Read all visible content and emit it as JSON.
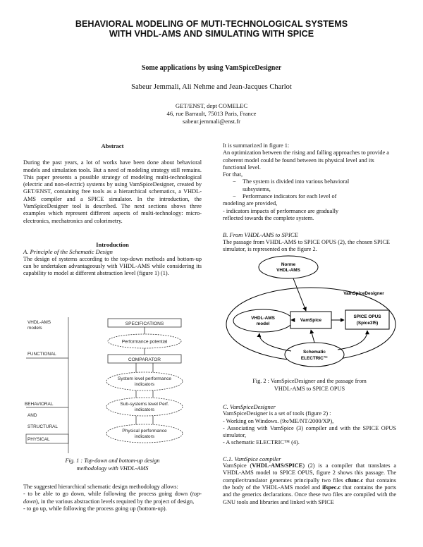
{
  "title": [
    "BEHAVIORAL MODELING  OF MUTI-TECHNOLOGICAL SYSTEMS",
    "WITH VHDL-AMS AND SIMULATING WITH SPICE"
  ],
  "subtitle": "Some applications by using VamSpiceDesigner",
  "authors": "Sabeur Jemmali, Ali Nehme and Jean-Jacques Charlot",
  "affiliation": [
    "GET/ENST, dept COMELEC",
    "46, rue Barrault, 75013 Paris, France",
    "sabeur.jemmali@enst.fr"
  ],
  "left": {
    "abstract_heading": "Abstract",
    "abstract": "During the past years, a lot of works have been done about behavioral models and simulation tools. But a need of modeling strategy still remains. This paper presents a possible strategy of modeling multi-technological (electric and non-electric) systems by using VamSpiceDesigner, created by GET/ENST, containing free tools as a hierarchical schematics, a VHDL-AMS compiler and a SPICE simulator. In the introduction, the VamSpiceDesigner tool is described. The next sections shows three examples which represent different aspects of multi-technology: micro-electronics, mechatronics and colorimetry.",
    "intro_heading": "Introduction",
    "sec_a": "A. Principle of the Schematic Design",
    "para_a": "The design of systems according to the top-down methods and bottom-up can be undertaken advantageously with VHDL-AMS while considering its capability to model at different abstraction level (figure 1) (1).",
    "fig1": {
      "left_labels": [
        "VHDL-AMS",
        "models",
        "FUNCTIONAL",
        "BEHAVIORAL",
        "AND",
        "STRUCTURAL",
        "PHYSICAL"
      ],
      "rects": [
        "SPECIFICATIONS",
        "COMPARATOR"
      ],
      "ovals": [
        [
          "Performance potential"
        ],
        [
          "System level performance",
          "indicators"
        ],
        [
          "Sub-systems level Perf.",
          "indicators"
        ],
        [
          "Physical performance",
          "indicators"
        ]
      ],
      "caption": [
        "Fig. 1 : Top-down and bottom-up design",
        "methodology with VHDL-AMS"
      ]
    },
    "para_b": "The suggested hierarchical schematic design methodology allows:",
    "bullet1_pre": "- to be able to go down, while following the process going down (",
    "bullet1_em": "top-down",
    "bullet1_post": "), in the various abstraction levels required by the project of design,",
    "bullet2": "- to go up, while following the process going up (bottom-up)."
  },
  "right": {
    "r1": "It is summarized in figure 1:",
    "r2": "An optimization between the rising and falling approaches to provide a coherent model could be found between its physical level and its functional level.",
    "r3": "For that,",
    "d1a": "The system is divided into various behavioral",
    "d1b": "subsystems,",
    "d2": "Performance indicators for each level of",
    "d2b": "modeling are provided,",
    "r4": "- indicators impacts of performance are gradually",
    "r5": "reflected towards the complete system.",
    "sec_b": "B. From VHDL-AMS to SPICE",
    "para_b": "The passage from VHDL-AMS to SPICE OPUS (2), the chosen SPICE simulator, is represented on the figure 2.",
    "fig2": {
      "norme": [
        "Norme",
        "VHDL-AMS"
      ],
      "outer": "VamSpiceDesigner",
      "vhdl_model": [
        "VHDL-AMS",
        "model"
      ],
      "vamspice": "VamSpice",
      "spice": [
        "SPICE OPUS",
        "(Spice3f5)"
      ],
      "schematic": [
        "Schematic",
        "ELECTRIC™"
      ],
      "caption": [
        "Fig. 2 : VamSpiceDesigner and the passage from",
        "VHDL-AMS to SPICE OPUS"
      ]
    },
    "sec_c": "C. VamSpiceDesigner",
    "c0": "VamSpiceDesigner is a set of tools (figure 2) :",
    "c1": "- Working on Windows. (9x/ME/NT/2000/XP),",
    "c2": "- Associating with VamSpice (3) compiler and with the SPICE OPUS simulator,",
    "c3": " - A schematic ELECTRIC™ (4).",
    "sec_c1": "C.1. VamSpice compiler",
    "c1_a": "VamSpice (",
    "c1_b": "VHDL-AMS/SPICE",
    "c1_c": ") (2) is a compiler that translates a VHDL-AMS model to SPICE OPUS, figure 2 shows this passage. The compiler/translator generates principally two files ",
    "c1_d": "cfunc.c",
    "c1_e": " that contains the body of the VHDL-AMS model and ",
    "c1_f": "ifspec.c",
    "c1_g": " that contains the ports and the generics declarations. Once these two files are compiled with the GNU tools and libraries and linked with SPICE"
  }
}
